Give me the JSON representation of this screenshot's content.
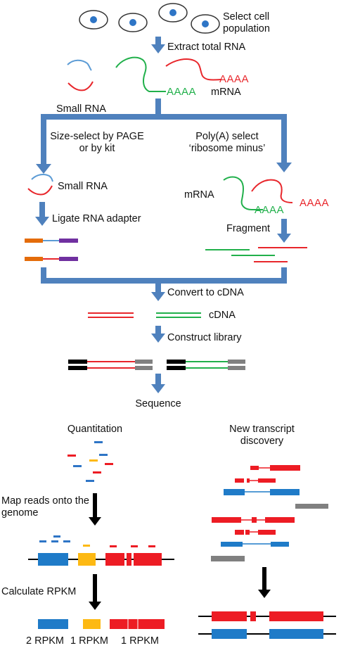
{
  "steps": {
    "select_cells": "Select cell population",
    "extract_rna": "Extract total RNA",
    "mrna_label_top": "mRNA",
    "small_rna_label_top": "Small RNA",
    "polya_red": "AAAA",
    "polya_green": "AAAA",
    "size_select": "Size-select by PAGE or by kit",
    "polya_select": "Poly(A) select ‘ribosome minus’",
    "small_rna_label_left": "Small RNA",
    "mrna_label_right": "mRNA",
    "polya_green_right": "AAAA",
    "polya_red_right": "AAAA",
    "ligate_adapter": "Ligate RNA adapter",
    "fragment": "Fragment",
    "convert_cdna": "Convert to cDNA",
    "cdna_label": "cDNA",
    "construct_library": "Construct library",
    "sequence": "Sequence"
  },
  "analysis": {
    "quantitation": "Quantitation",
    "new_transcript": "New transcript discovery",
    "map_reads": "Map reads onto the genome",
    "calculate_rpkm": "Calculate RPKM",
    "rpkm_blue": "2 RPKM",
    "rpkm_yellow": "1 RPKM",
    "rpkm_red": "1 RPKM"
  },
  "colors": {
    "arrow_blue": "#4F81BD",
    "rna_red": "#E8262B",
    "rna_green": "#21B04B",
    "rna_blue": "#5B9BD5",
    "gene_blue": "#1F7BC8",
    "gene_yellow": "#FDB913",
    "gene_red": "#ED1C24",
    "adapter_orange": "#E46C0A",
    "adapter_purple": "#7030A0",
    "gray": "#808080",
    "black": "#000000"
  }
}
